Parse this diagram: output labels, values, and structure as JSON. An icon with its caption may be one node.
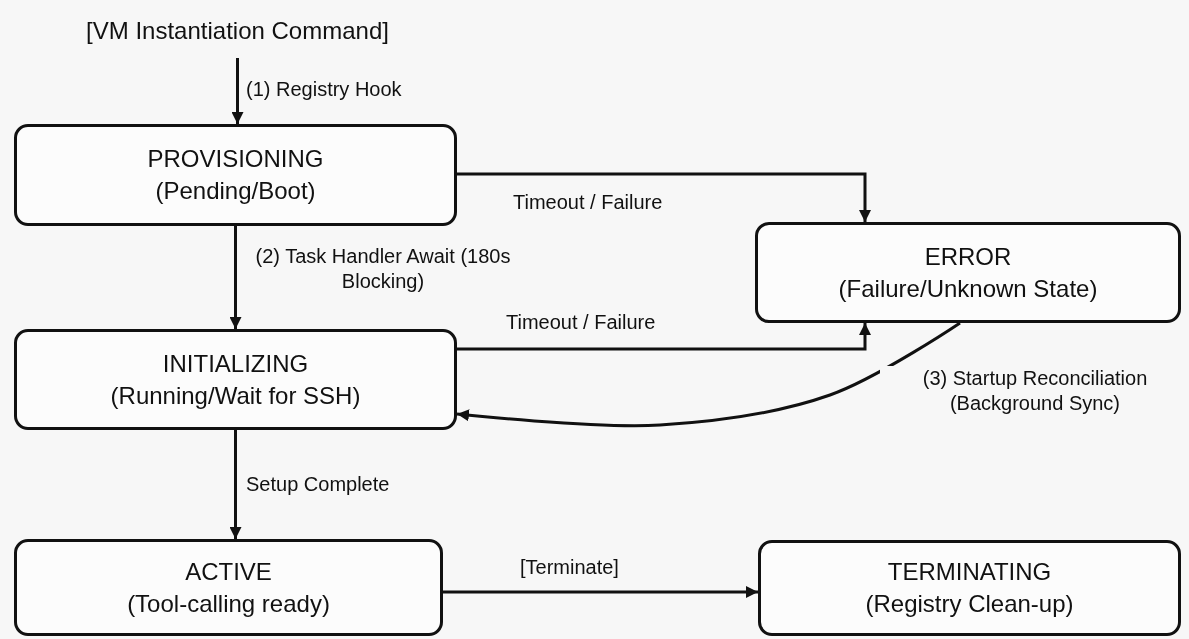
{
  "diagram": {
    "nodes": [
      {
        "text": [
          "[VM Instantiation Command]"
        ]
      },
      {
        "text": [
          "PROVISIONING",
          "(Pending/Boot)"
        ]
      },
      {
        "text": [
          "ERROR",
          "(Failure/Unknown State)"
        ]
      },
      {
        "text": [
          "INITIALIZING",
          "(Running/Wait for SSH)"
        ]
      },
      {
        "text": [
          "ACTIVE",
          "(Tool-calling ready)"
        ]
      },
      {
        "text": [
          "TERMINATING",
          "(Registry Clean-up)"
        ]
      }
    ],
    "edges": [
      {
        "from": 0,
        "to": 1,
        "arrow": "to",
        "label": "(1) Registry Hook"
      },
      {
        "from": 1,
        "to": 2,
        "arrow": "to",
        "label": "Timeout / Failure"
      },
      {
        "from": 1,
        "to": 3,
        "arrow": "to",
        "label": "(2) Task Handler Await (180s Blocking)"
      },
      {
        "from": 3,
        "to": 2,
        "arrow": "to",
        "label": "Timeout / Failure"
      },
      {
        "from": 2,
        "to": 3,
        "arrow": "to",
        "label": "(3) Startup Reconciliation (Background Sync)"
      },
      {
        "from": 3,
        "to": 4,
        "arrow": "to",
        "label": "Setup Complete"
      },
      {
        "from": 4,
        "to": 5,
        "arrow": "to",
        "label": "[Terminate]"
      }
    ]
  }
}
